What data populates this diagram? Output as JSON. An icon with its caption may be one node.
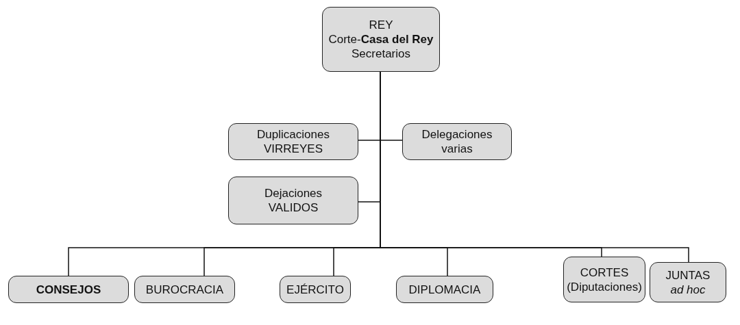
{
  "diagram": {
    "nodes": [
      {
        "text": [
          "REY",
          "Corte-**Casa del Rey**",
          "Secretarios"
        ]
      },
      {
        "text": [
          "Duplicaciones VIRREYES"
        ]
      },
      {
        "text": [
          "Delegaciones varias"
        ]
      },
      {
        "text": [
          "Dejaciones VALIDOS"
        ]
      },
      {
        "text": [
          "CONSEJOS"
        ]
      },
      {
        "text": [
          "BUROCRACIA"
        ]
      },
      {
        "text": [
          "EJÉRCITO"
        ]
      },
      {
        "text": [
          "DIPLOMACIA"
        ]
      },
      {
        "text": [
          "CORTES (Diputaciones)"
        ]
      },
      {
        "text": [
          "JUNTAS *ad hoc*"
        ]
      }
    ],
    "edges": [
      {
        "from": 0,
        "to": 1,
        "arrow": "none"
      },
      {
        "from": 0,
        "to": 2,
        "arrow": "none"
      },
      {
        "from": 0,
        "to": 3,
        "arrow": "none"
      },
      {
        "from": 0,
        "to": 4,
        "arrow": "none"
      },
      {
        "from": 0,
        "to": 5,
        "arrow": "none"
      },
      {
        "from": 0,
        "to": 6,
        "arrow": "none"
      },
      {
        "from": 0,
        "to": 7,
        "arrow": "none"
      },
      {
        "from": 0,
        "to": 8,
        "arrow": "none"
      },
      {
        "from": 0,
        "to": 9,
        "arrow": "none"
      }
    ]
  }
}
